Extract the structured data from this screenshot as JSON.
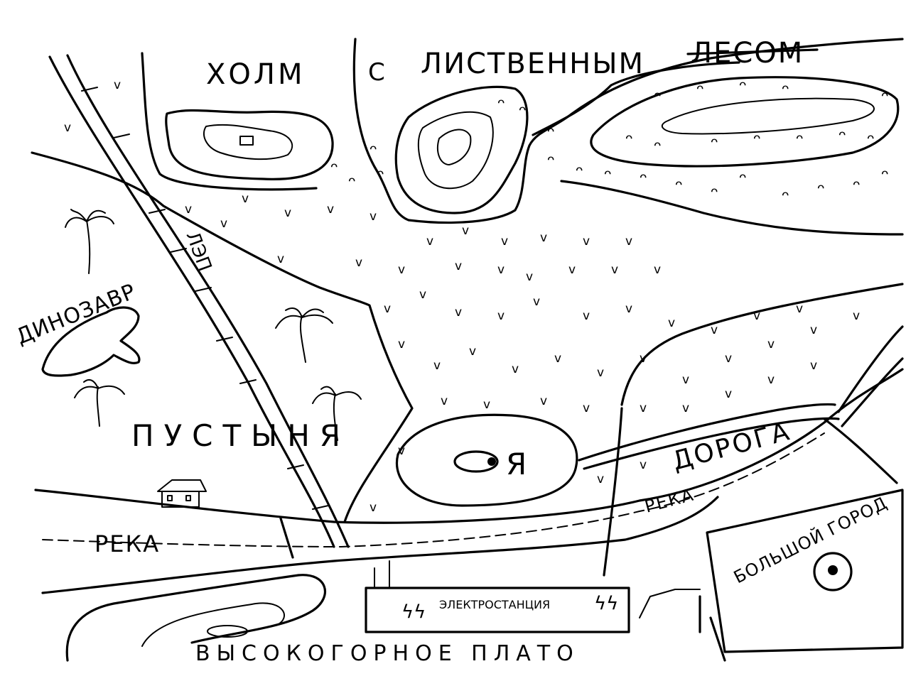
{
  "map": {
    "labels": {
      "hill": "ХОЛМ",
      "with": "С",
      "deciduous": "ЛИСТВЕННЫМ",
      "forest": "ЛЕСОМ",
      "dinosaur": "ДИНОЗАВР",
      "powerline": "ЛЭП",
      "desert": "ПУСТЫНЯ",
      "me": "Я",
      "road": "ДОРОГА",
      "river_left": "РЕКА",
      "river_right": "РЕКА",
      "big_city": "БОЛЬШОЙ ГОРОД",
      "power_station": "ЭЛЕКТРОСТАНЦИЯ",
      "plateau": "ВЫСОКОГОРНОЕ ПЛАТО"
    },
    "icons": {
      "grass": "v-tuft",
      "shrub": "arc-tuft",
      "palm": "palm-tree-icon",
      "house": "house-icon",
      "apple": "apple-icon",
      "lightning": "lightning-icon",
      "pylon": "pylon-icon"
    },
    "colors": {
      "ink": "#000000",
      "paper": "#ffffff"
    }
  }
}
